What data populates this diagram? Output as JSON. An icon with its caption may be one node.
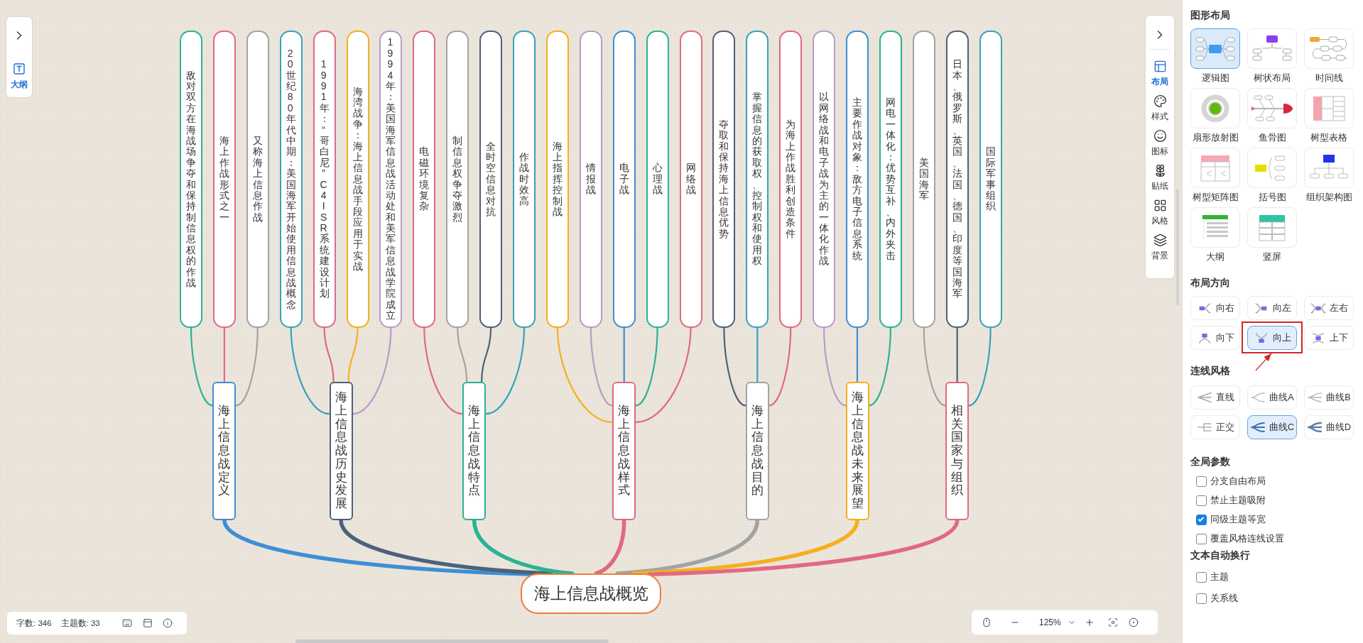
{
  "diagram": {
    "nodes": [
      {
        "text": [
          "敌对双方在海战场争夺和保持制信息权的作战"
        ]
      },
      {
        "text": [
          "海上作战形式之一"
        ]
      },
      {
        "text": [
          "又称海上信息作战"
        ]
      },
      {
        "text": [
          "20世纪80年代中期：美国海军开始使用信息战概念"
        ]
      },
      {
        "text": [
          "1991年：“哥白尼”C4ISR系统建设计划"
        ]
      },
      {
        "text": [
          "海湾战争：海上信息战手段应用于实战"
        ]
      },
      {
        "text": [
          "1994年：美国海军信息战活动处和美军信息战学院成立"
        ]
      },
      {
        "text": [
          "电磁环境复杂"
        ]
      },
      {
        "text": [
          "制信息权争夺激烈"
        ]
      },
      {
        "text": [
          "全时空信息对抗"
        ]
      },
      {
        "text": [
          "作战时效高"
        ]
      },
      {
        "text": [
          "海上指挥控制战"
        ]
      },
      {
        "text": [
          "情报战"
        ]
      },
      {
        "text": [
          "电子战"
        ]
      },
      {
        "text": [
          "心理战"
        ]
      },
      {
        "text": [
          "网络战"
        ]
      },
      {
        "text": [
          "夺取和保持海上信息优势"
        ]
      },
      {
        "text": [
          "掌握信息的获取权、控制权和使用权"
        ]
      },
      {
        "text": [
          "为海上作战胜利创造条件"
        ]
      },
      {
        "text": [
          "以网络战和电子战为主的一体化作战"
        ]
      },
      {
        "text": [
          "主要作战对象：敌方电子信息系统"
        ]
      },
      {
        "text": [
          "网电一体化：优势互补、内外夹击"
        ]
      },
      {
        "text": [
          "美国海军"
        ]
      },
      {
        "text": [
          "日本、俄罗斯、英国、法国、德国、印度等国海军"
        ]
      },
      {
        "text": [
          "国际军事组织"
        ]
      },
      {
        "text": [
          "海上信息战定义"
        ]
      },
      {
        "text": [
          "海上信息战历史发展"
        ]
      },
      {
        "text": [
          "海上信息战特点"
        ]
      },
      {
        "text": [
          "海上信息战样式"
        ]
      },
      {
        "text": [
          "海上信息战目的"
        ]
      },
      {
        "text": [
          "海上信息战未来展望"
        ]
      },
      {
        "text": [
          "相关国家与组织"
        ]
      },
      {
        "text": [
          "海上信息战概览"
        ]
      },
      {
        "text": [
          "向上"
        ]
      }
    ],
    "edges": [
      {
        "from": 32,
        "to": 25,
        "arrow": "none",
        "style": "thick",
        "color": "#3d8fd4"
      },
      {
        "from": 32,
        "to": 26,
        "arrow": "none",
        "style": "thick",
        "color": "#4e617a"
      },
      {
        "from": 32,
        "to": 27,
        "arrow": "none",
        "style": "thick",
        "color": "#2ab394"
      },
      {
        "from": 32,
        "to": 28,
        "arrow": "none",
        "style": "thick",
        "color": "#e06a82"
      },
      {
        "from": 32,
        "to": 29,
        "arrow": "none",
        "style": "thick",
        "color": "#a2a4a4"
      },
      {
        "from": 32,
        "to": 30,
        "arrow": "none",
        "style": "thick",
        "color": "#f5b01e"
      },
      {
        "from": 32,
        "to": 31,
        "arrow": "none",
        "style": "thick",
        "color": "#e06a82"
      },
      {
        "from": 25,
        "to": 0,
        "arrow": "none",
        "color": "#2ab394"
      },
      {
        "from": 25,
        "to": 1,
        "arrow": "none",
        "color": "#e06a82"
      },
      {
        "from": 25,
        "to": 2,
        "arrow": "none",
        "color": "#a2a4a4"
      },
      {
        "from": 26,
        "to": 3,
        "arrow": "none",
        "color": "#35a3b9"
      },
      {
        "from": 26,
        "to": 4,
        "arrow": "none",
        "color": "#e06a82"
      },
      {
        "from": 26,
        "to": 5,
        "arrow": "none",
        "color": "#f5b01e"
      },
      {
        "from": 26,
        "to": 6,
        "arrow": "none",
        "color": "#b59dc8"
      },
      {
        "from": 27,
        "to": 7,
        "arrow": "none",
        "color": "#e06a82"
      },
      {
        "from": 27,
        "to": 8,
        "arrow": "none",
        "color": "#a2a4a4"
      },
      {
        "from": 27,
        "to": 9,
        "arrow": "none",
        "color": "#4e617a"
      },
      {
        "from": 27,
        "to": 10,
        "arrow": "none",
        "color": "#35a3b9"
      },
      {
        "from": 28,
        "to": 11,
        "arrow": "none",
        "color": "#f5b01e"
      },
      {
        "from": 28,
        "to": 12,
        "arrow": "none",
        "color": "#b59dc8"
      },
      {
        "from": 28,
        "to": 13,
        "arrow": "none",
        "color": "#3d8fd4"
      },
      {
        "from": 28,
        "to": 14,
        "arrow": "none",
        "color": "#2ab394"
      },
      {
        "from": 28,
        "to": 15,
        "arrow": "none",
        "color": "#e06a82"
      },
      {
        "from": 29,
        "to": 16,
        "arrow": "none",
        "color": "#4e617a"
      },
      {
        "from": 29,
        "to": 17,
        "arrow": "none",
        "color": "#35a3b9"
      },
      {
        "from": 29,
        "to": 18,
        "arrow": "none",
        "color": "#e06a82"
      },
      {
        "from": 30,
        "to": 19,
        "arrow": "none",
        "color": "#b59dc8"
      },
      {
        "from": 30,
        "to": 20,
        "arrow": "none",
        "color": "#3d8fd4"
      },
      {
        "from": 30,
        "to": 21,
        "arrow": "none",
        "color": "#2ab394"
      },
      {
        "from": 31,
        "to": 22,
        "arrow": "none",
        "color": "#a2a4a4"
      },
      {
        "from": 31,
        "to": 23,
        "arrow": "none",
        "color": "#4e617a"
      },
      {
        "from": 31,
        "to": 24,
        "arrow": "none",
        "color": "#35a3b9"
      },
      {
        "from": null,
        "to": 33,
        "arrow": "to",
        "color": "#d3242a"
      }
    ],
    "labels": [
      "大纲",
      "布局",
      "样式",
      "图标",
      "贴纸",
      "风格",
      "背景",
      "图形布局",
      "逻辑图",
      "树状布局",
      "时间线",
      "扇形放射图",
      "鱼骨图",
      "树型表格",
      "树型矩阵图",
      "括号图",
      "组织架构图",
      "大纲",
      "竖屏",
      "布局方向",
      "向右",
      "向左",
      "左右",
      "向下",
      "上下",
      "连线风格",
      "直线",
      "曲线A",
      "曲线B",
      "正交",
      "曲线C",
      "曲线D",
      "全局参数",
      "分支自由布局",
      "禁止主题吸附",
      "同级主题等宽",
      "覆盖风格连线设置",
      "文本自动换行",
      "主题",
      "关系线",
      "字数: 346",
      "主题数: 33",
      "125%"
    ]
  }
}
